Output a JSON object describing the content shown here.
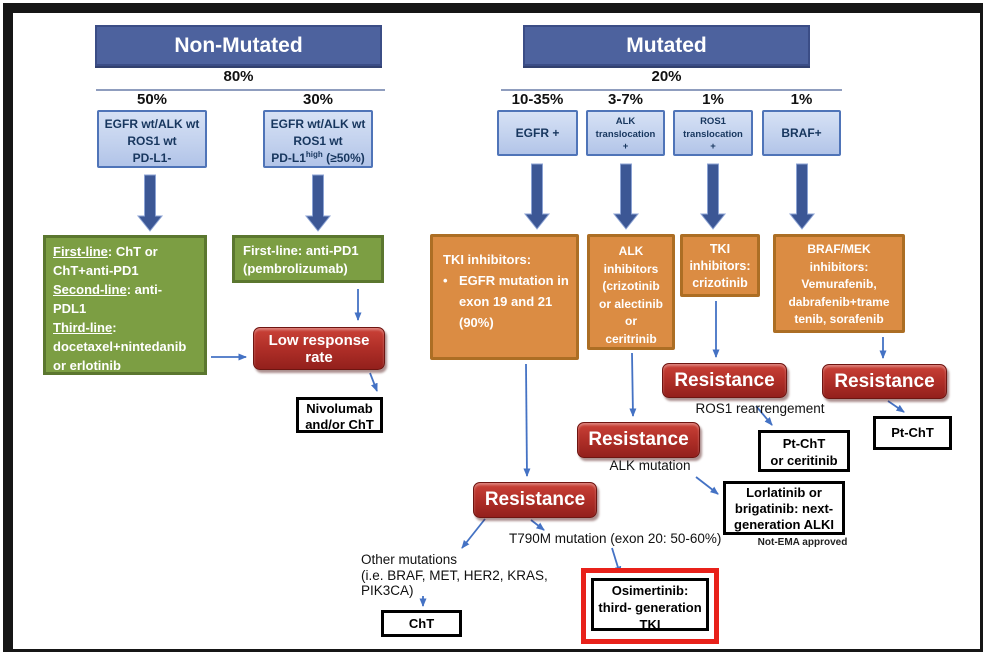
{
  "colors": {
    "header_blue": "#4D629E",
    "light_blue_box": "#C3D2EE",
    "green_box": "#7C9E43",
    "orange_box": "#DB8C43",
    "red_box": "#B23029",
    "arrow_blue": "#4472C4",
    "highlight_red": "#E8211A"
  },
  "left": {
    "header": "Non-Mutated",
    "pct": "80%",
    "pct_50": "50%",
    "pct_30": "30%",
    "blue1": {
      "l1": "EGFR wt/ALK wt",
      "l2": "ROS1 wt",
      "l3": "PD-L1-"
    },
    "blue2": {
      "l1": "EGFR wt/ALK wt",
      "l2": "ROS1 wt",
      "l3a": "PD-L1",
      "l3sup": "high",
      "l3b": " (≥50%)"
    },
    "green1": {
      "l1u": "First-line",
      "l1r": ": ChT or",
      "l2": "ChT+anti-PD1",
      "l3u": "Second-line",
      "l3r": ": anti-",
      "l4": "PDL1",
      "l5u": "Third-line",
      "l5r": ":",
      "l6": "docetaxel+nintedanib",
      "l7": "or erlotinib"
    },
    "green2": {
      "l1": "First-line: anti-PD1",
      "l2": "(pembrolizumab)"
    },
    "low_response": "Low response rate",
    "nivolumab": {
      "l1": "Nivolumab",
      "l2": "and/or ChT"
    }
  },
  "right": {
    "header": "Mutated",
    "pct": "20%",
    "cols": [
      {
        "pct": "10-35%",
        "label": "EGFR +"
      },
      {
        "pct": "3-7%",
        "l1": "ALK",
        "l2": "translocation",
        "l3": "+"
      },
      {
        "pct": "1%",
        "l1": "ROS1",
        "l2": "translocation",
        "l3": "+"
      },
      {
        "pct": "1%",
        "label": "BRAF+"
      }
    ],
    "orange1": {
      "title": "TKI inhibitors:",
      "bullet": "•",
      "item": "EGFR mutation in exon 19 and 21 (90%)"
    },
    "orange2": {
      "l1": "ALK",
      "l2": "inhibitors",
      "l3": "(crizotinib",
      "l4": "or alectinib",
      "l5": "or",
      "l6": "ceritrinib"
    },
    "orange3": {
      "l1": "TKI",
      "l2": "inhibitors:",
      "l3": "crizotinib"
    },
    "orange4": {
      "l1": "BRAF/MEK",
      "l2": "inhibitors:",
      "l3": "Vemurafenib,",
      "l4": "dabrafenib+trame",
      "l5": "tenib, sorafenib"
    },
    "resistance": "Resistance",
    "labels": {
      "ros1": "ROS1 rearrengement",
      "alk": "ALK mutation",
      "t790m": "T790M  mutation (exon 20: 50-60%)",
      "other1": "Other mutations",
      "other2": "(i.e. BRAF, MET, HER2,  KRAS, PIK3CA)",
      "not_ema": "Not-EMA approved"
    },
    "white": {
      "pt_cht": "Pt-ChT",
      "pt_cht_cer": {
        "l1": "Pt-ChT",
        "l2": "or ceritinib"
      },
      "lorlatinib": {
        "l1": "Lorlatinib or",
        "l2": "brigatinib: next-",
        "l3": "generation ALKI"
      },
      "cht": "ChT",
      "osimertinib": {
        "l1": "Osimertinib:",
        "l2": "third- generation",
        "l3": "TKI"
      }
    }
  }
}
